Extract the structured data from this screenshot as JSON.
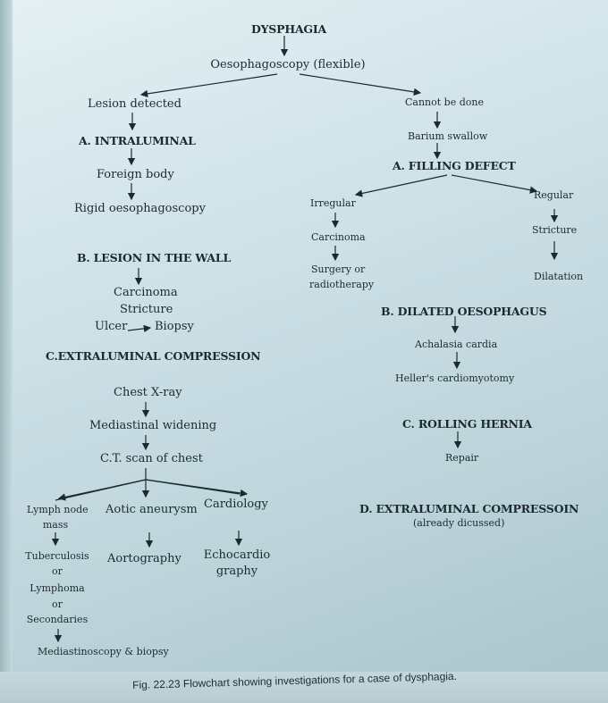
{
  "title": "DYSPHAGIA",
  "root_step": "Oesophagoscopy (flexible)",
  "left": {
    "branch_label": "Lesion detected",
    "a": {
      "heading": "A. INTRALUMINAL",
      "steps": [
        "Foreign body",
        "Rigid oesophagoscopy"
      ]
    },
    "b": {
      "heading": "B. LESION IN THE WALL",
      "items": [
        "Carcinoma",
        "Stricture",
        "Ulcer",
        "Biopsy"
      ]
    },
    "c": {
      "heading": "C.EXTRALUMINAL COMPRESSION",
      "steps": [
        "Chest X-ray",
        "Mediastinal widening",
        "C.T. scan of chest"
      ],
      "branches": {
        "lymph": {
          "label": "Lymph node mass",
          "l1": "Lymph node",
          "l2": "mass",
          "sub": [
            "Tuberculosis",
            "or",
            "Lymphoma",
            "or",
            "Secondaries"
          ],
          "end": "Mediastinoscopy & biopsy"
        },
        "aortic": {
          "label": "Aotic aneurysm",
          "end": "Aortography"
        },
        "cardio": {
          "label": "Cardiology",
          "end1": "Echocardio",
          "end2": "graphy"
        }
      }
    }
  },
  "right": {
    "branch_label": "Cannot be done",
    "step": "Barium swallow",
    "a": {
      "heading": "A. FILLING DEFECT",
      "irregular": {
        "label": "Irregular",
        "step": "Carcinoma",
        "end1": "Surgery or",
        "end2": "radiotherapy"
      },
      "regular": {
        "label": "Regular",
        "step": "Stricture",
        "end": "Dilatation"
      }
    },
    "b": {
      "heading": "B. DILATED OESOPHAGUS",
      "steps": [
        "Achalasia cardia",
        "Heller's cardiomyotomy"
      ]
    },
    "c": {
      "heading": "C. ROLLING HERNIA",
      "step": "Repair"
    },
    "d": {
      "heading": "D. EXTRALUMINAL COMPRESSOIN",
      "note": "(already dicussed)"
    }
  },
  "caption": "Fig. 22.23 Flowchart showing investigations for a case of dysphagia.",
  "colors": {
    "ink": "#1c2a30",
    "paper": "#d3e4e9"
  }
}
